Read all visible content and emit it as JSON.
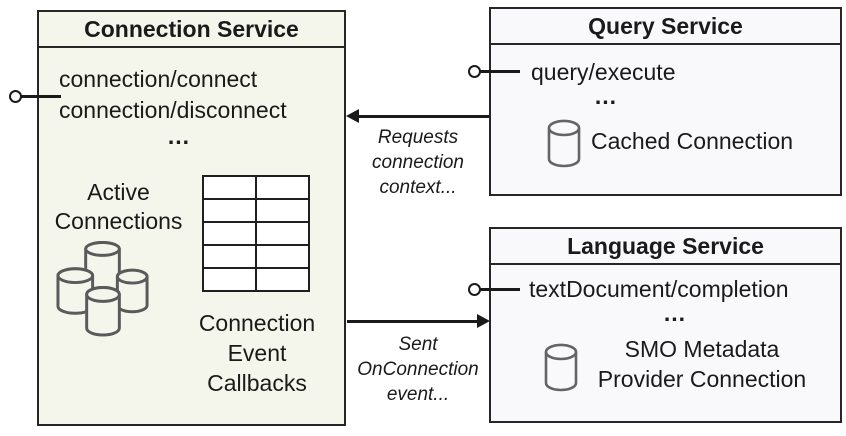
{
  "colors": {
    "connection_fill": "#f4f6ec",
    "service_fill": "#f9f9fb",
    "border": "#262626",
    "cylinder_stroke": "#5a5a5a",
    "text": "#1a1a1a"
  },
  "connection_service": {
    "title": "Connection Service",
    "methods": [
      "connection/connect",
      "connection/disconnect"
    ],
    "ellipsis": "...",
    "active_connections_label": "Active\nConnections",
    "callbacks_label": "Connection\nEvent\nCallbacks"
  },
  "query_service": {
    "title": "Query Service",
    "methods": [
      "query/execute"
    ],
    "ellipsis": "...",
    "cache_label": "Cached Connection"
  },
  "language_service": {
    "title": "Language Service",
    "methods": [
      "textDocument/completion"
    ],
    "ellipsis": "...",
    "cache_label": "SMO Metadata\nProvider Connection"
  },
  "arrows": {
    "requests_label": "Requests\nconnection\ncontext...",
    "sent_label": "Sent\nOnConnection\nevent..."
  }
}
